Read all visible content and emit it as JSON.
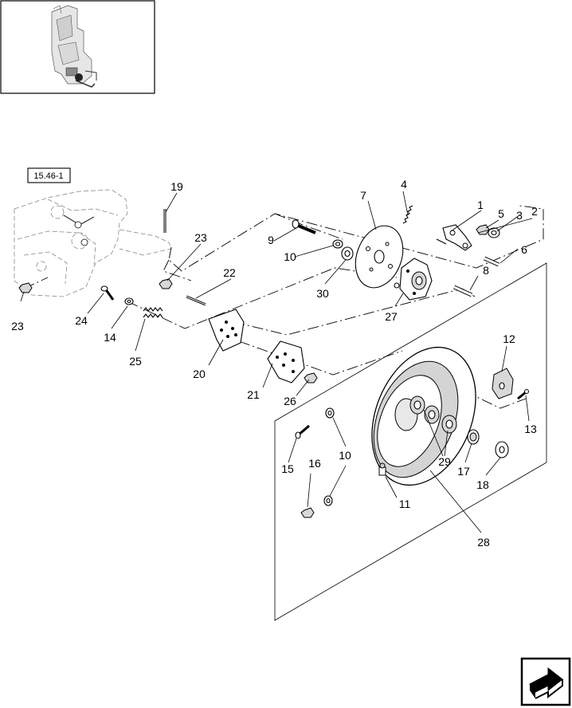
{
  "reference_box": "15.46-1",
  "callouts": [
    {
      "id": "c1",
      "text": "1"
    },
    {
      "id": "c2",
      "text": "2"
    },
    {
      "id": "c3",
      "text": "3"
    },
    {
      "id": "c4",
      "text": "4"
    },
    {
      "id": "c5",
      "text": "5"
    },
    {
      "id": "c6",
      "text": "6"
    },
    {
      "id": "c7",
      "text": "7"
    },
    {
      "id": "c8",
      "text": "8"
    },
    {
      "id": "c9",
      "text": "9"
    },
    {
      "id": "c10a",
      "text": "10"
    },
    {
      "id": "c10b",
      "text": "10"
    },
    {
      "id": "c11",
      "text": "11"
    },
    {
      "id": "c12",
      "text": "12"
    },
    {
      "id": "c13",
      "text": "13"
    },
    {
      "id": "c14",
      "text": "14"
    },
    {
      "id": "c15",
      "text": "15"
    },
    {
      "id": "c16",
      "text": "16"
    },
    {
      "id": "c17",
      "text": "17"
    },
    {
      "id": "c18",
      "text": "18"
    },
    {
      "id": "c19",
      "text": "19"
    },
    {
      "id": "c20",
      "text": "20"
    },
    {
      "id": "c21",
      "text": "21"
    },
    {
      "id": "c22",
      "text": "22"
    },
    {
      "id": "c23a",
      "text": "23"
    },
    {
      "id": "c23b",
      "text": "23"
    },
    {
      "id": "c24",
      "text": "24"
    },
    {
      "id": "c25",
      "text": "25"
    },
    {
      "id": "c26",
      "text": "26"
    },
    {
      "id": "c27",
      "text": "27"
    },
    {
      "id": "c28",
      "text": "28"
    },
    {
      "id": "c29",
      "text": "29"
    },
    {
      "id": "c30",
      "text": "30"
    }
  ],
  "icons": {
    "thumbnail": "machine-overview-thumbnail",
    "nav": "next-page-arrow-icon"
  }
}
